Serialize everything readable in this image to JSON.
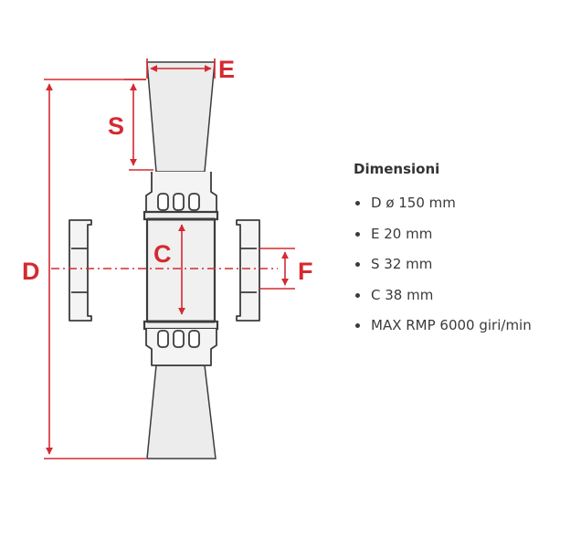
{
  "colors": {
    "dimension": "#d42a30",
    "outline": "#3c3c3c",
    "fill": "#e9e9e9",
    "text": "#3a3a3a"
  },
  "diagram": {
    "labels": {
      "E": "E",
      "S": "S",
      "D": "D",
      "C": "C",
      "F": "F"
    }
  },
  "specs": {
    "title": "Dimensioni",
    "items": [
      {
        "text": "D ø 150 mm"
      },
      {
        "text": "E 20 mm"
      },
      {
        "text": "S 32 mm"
      },
      {
        "text": "C 38 mm"
      },
      {
        "text": "MAX RMP 6000 giri/min"
      }
    ]
  }
}
